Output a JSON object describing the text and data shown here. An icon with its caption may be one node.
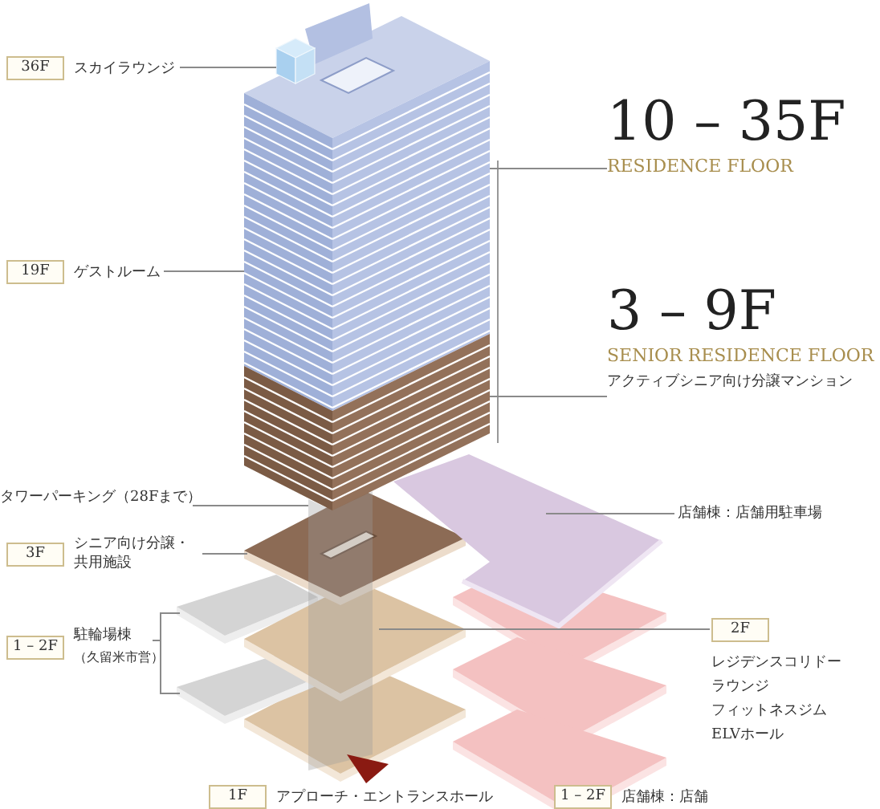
{
  "diagram": {
    "nodes": [
      {
        "text": [
          "36F",
          "スカイラウンジ"
        ]
      },
      {
        "text": [
          "19F",
          "ゲストルーム"
        ]
      },
      {
        "text": [
          "10 – 35F",
          "RESIDENCE FLOOR"
        ]
      },
      {
        "text": [
          "3 – 9F",
          "SENIOR RESIDENCE FLOOR",
          "アクティブシニア向け分譲マンション"
        ]
      },
      {
        "text": [
          "タワーパーキング（28Fまで）"
        ]
      },
      {
        "text": [
          "3F",
          "シニア向け分譲・共用施設"
        ]
      },
      {
        "text": [
          "1 – 2F",
          "駐輪場棟",
          "（久留米市営）"
        ]
      },
      {
        "text": [
          "店舗棟：店舗用駐車場"
        ]
      },
      {
        "text": [
          "2F",
          "レジデンスコリドー",
          "ラウンジ",
          "フィットネスジム",
          "ELVホール"
        ]
      },
      {
        "text": [],
        "shape": "cube"
      },
      {
        "text": [],
        "shape": "box"
      },
      {
        "text": [],
        "shape": "box"
      },
      {
        "text": [],
        "shape": "box"
      },
      {
        "text": [],
        "shape": "box"
      },
      {
        "text": [],
        "shape": "box"
      },
      {
        "text": [],
        "shape": "box"
      },
      {
        "text": [],
        "shape": "box"
      },
      {
        "text": [],
        "shape": "box"
      },
      {
        "text": [],
        "shape": "box"
      },
      {
        "text": [],
        "shape": "box"
      },
      {
        "text": [
          "1F",
          "アプローチ・エントランスホール"
        ]
      },
      {
        "text": [
          "1 – 2F",
          "店舗棟：店舗"
        ]
      }
    ],
    "edges": [
      {
        "from": 0,
        "to": 9,
        "arrow": "none"
      },
      {
        "from": 1,
        "to": 10,
        "arrow": "none"
      },
      {
        "from": 2,
        "to": 11,
        "arrow": "none"
      },
      {
        "from": 3,
        "to": 12,
        "arrow": "none"
      },
      {
        "from": 4,
        "to": 13,
        "arrow": "none"
      },
      {
        "from": 5,
        "to": 14,
        "arrow": "none"
      },
      {
        "from": 6,
        "to": 15,
        "arrow": "none"
      },
      {
        "from": 6,
        "to": 16,
        "arrow": "none"
      },
      {
        "from": 7,
        "to": 17,
        "arrow": "none"
      },
      {
        "from": 8,
        "to": 18,
        "arrow": "none"
      }
    ]
  }
}
